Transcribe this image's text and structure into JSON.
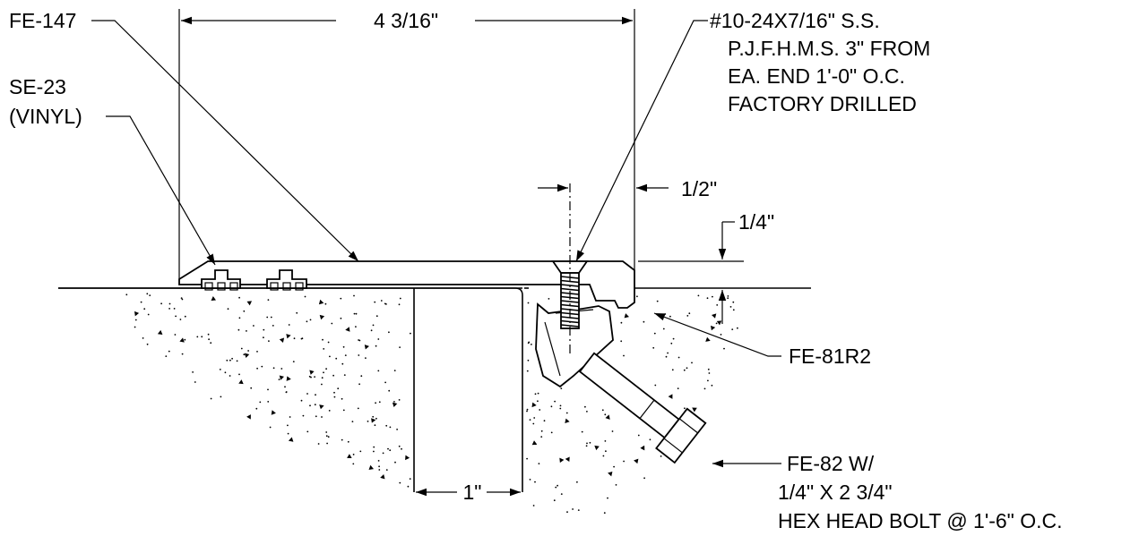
{
  "labels": {
    "fe147": "FE-147",
    "se23_line1": "SE-23",
    "se23_line2": "(VINYL)",
    "width_dim": "4 3/16\"",
    "screw_line1": "#10-24X7/16\" S.S.",
    "screw_line2": "P.J.F.H.M.S. 3\" FROM",
    "screw_line3": "EA. END 1'-0\" O.C.",
    "screw_line4": "FACTORY DRILLED",
    "edge_dim": "1/2\"",
    "height_dim": "1/4\"",
    "fe81r2": "FE-81R2",
    "gap_dim": "1\"",
    "fe82_line1": "FE-82 W/",
    "fe82_line2": "1/4\" X 2 3/4\"",
    "fe82_line3": "HEX HEAD BOLT @ 1'-6\" O.C."
  }
}
